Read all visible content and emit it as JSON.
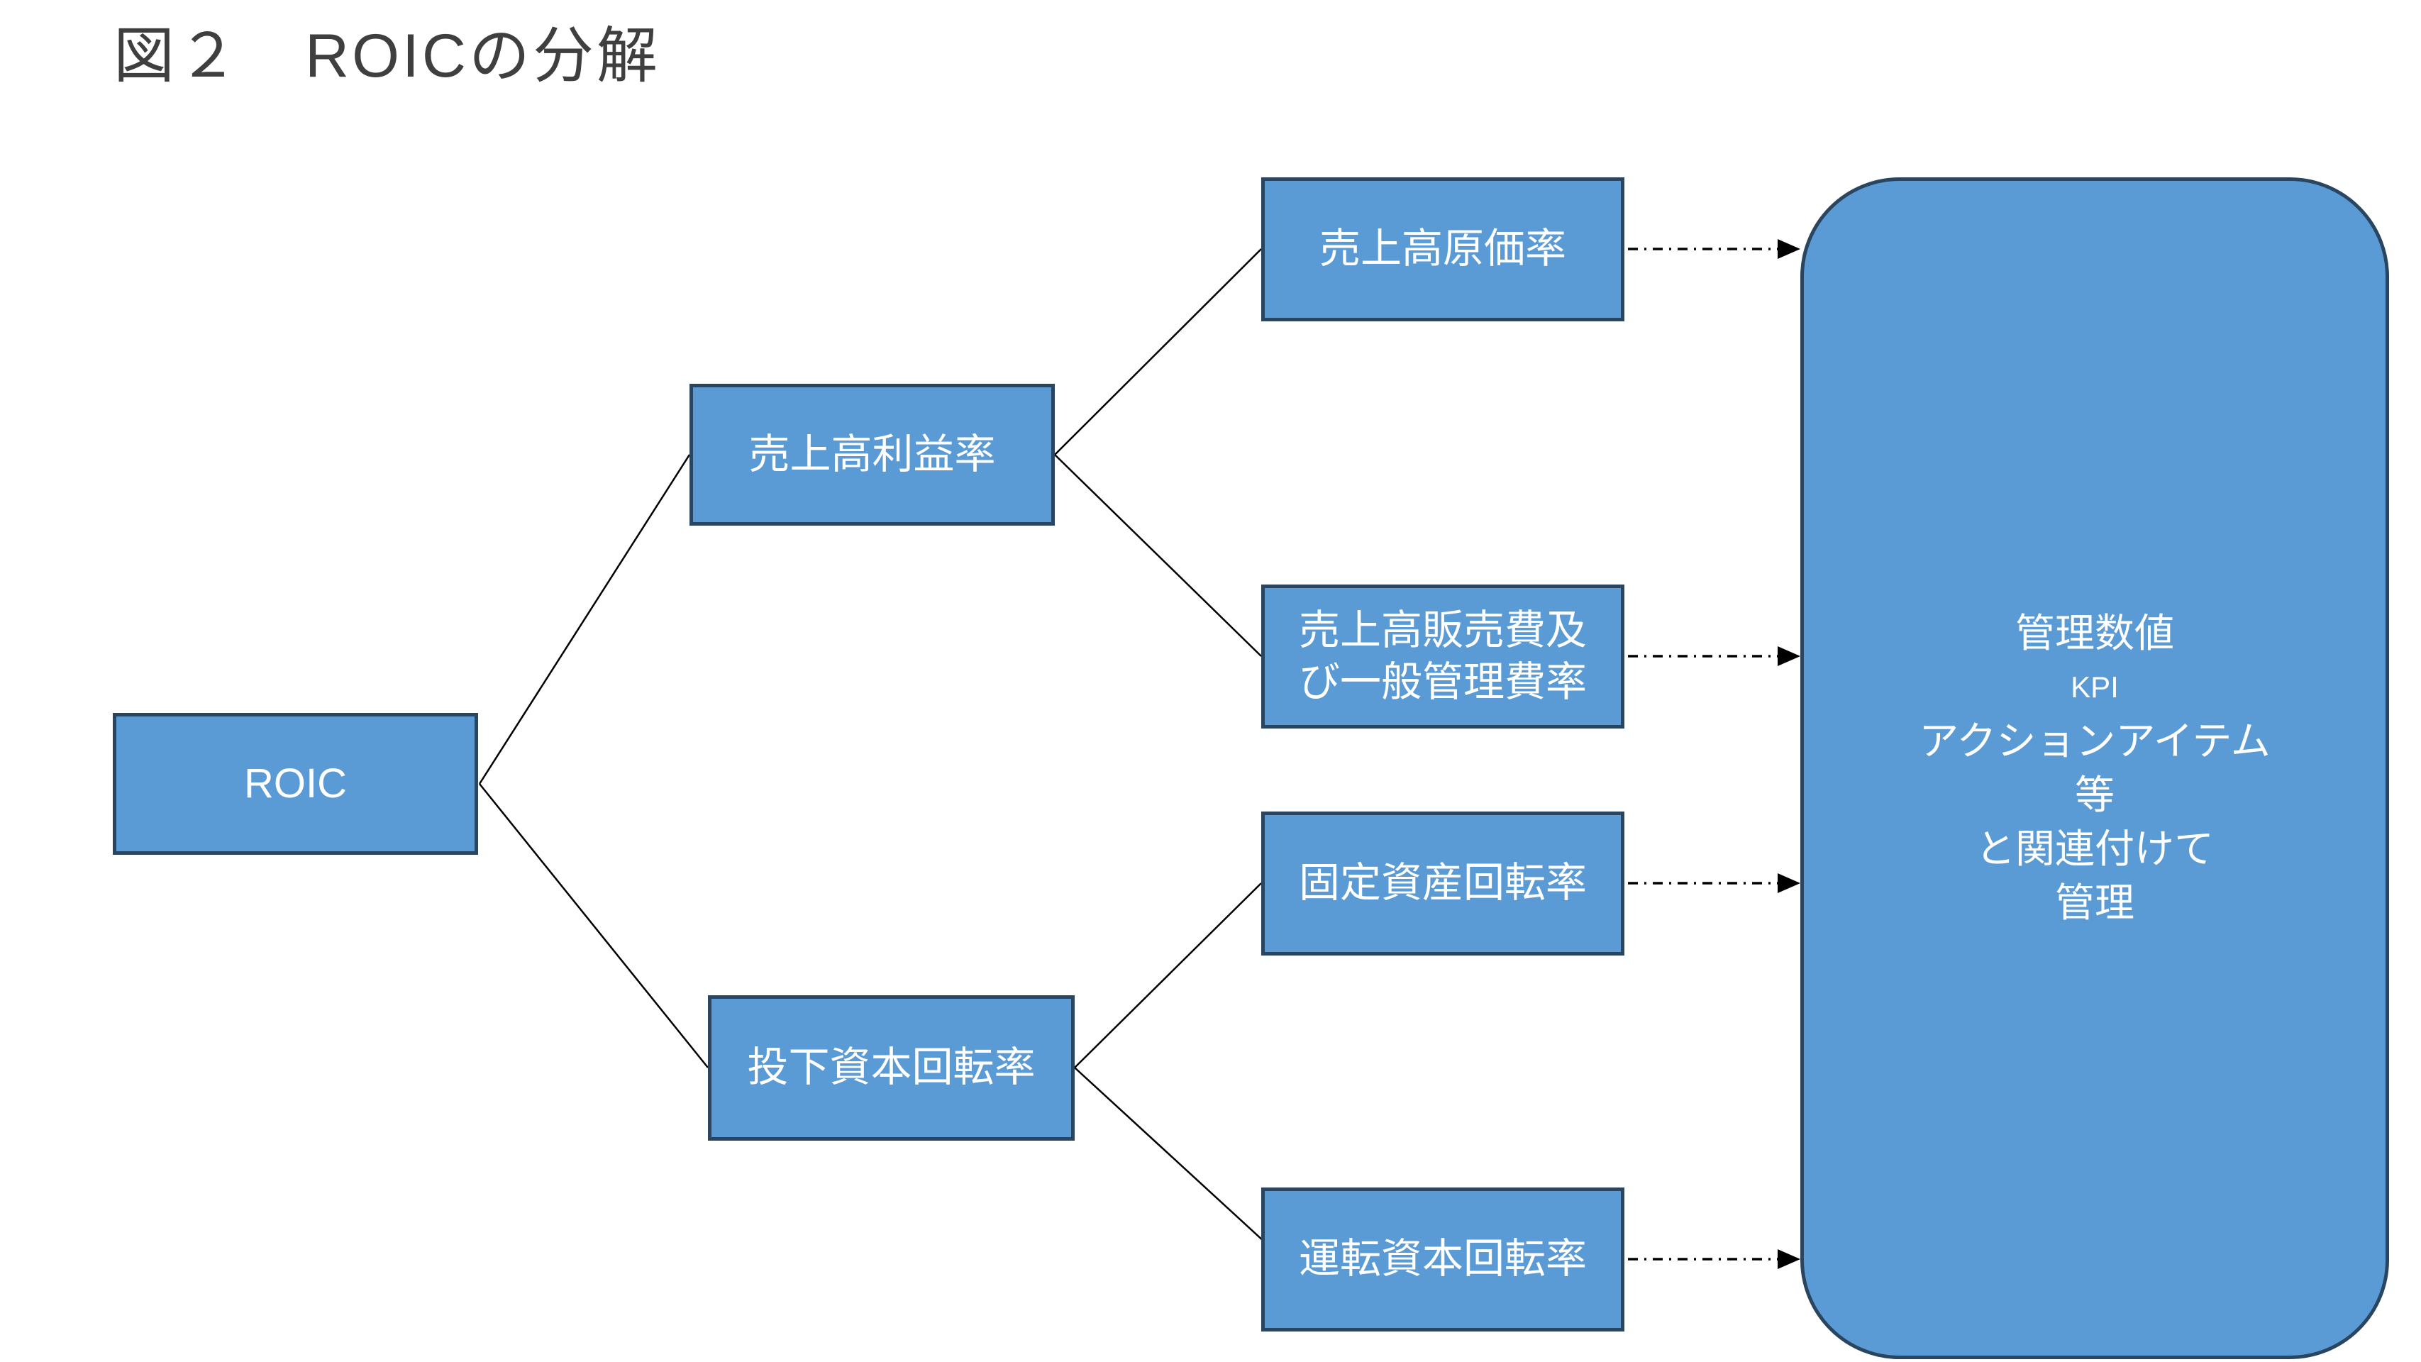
{
  "title": "図２　ROICの分解",
  "colors": {
    "box_fill": "#5B9BD5",
    "box_border": "#2A4560",
    "box_text": "#FFFFFF",
    "connector": "#000000",
    "title_text": "#3F3F3F",
    "background": "#FFFFFF"
  },
  "boxes": {
    "roic": {
      "label": "ROIC"
    },
    "profit_margin": {
      "label": "売上高利益率"
    },
    "invested_capital_turnover": {
      "label": "投下資本回転率"
    },
    "cogs_ratio": {
      "label": "売上高原価率"
    },
    "sga_ratio": {
      "lines": [
        "売上高販売費及",
        "び一般管理費率"
      ]
    },
    "fixed_asset_turnover": {
      "label": "固定資産回転率"
    },
    "working_capital_turnover": {
      "label": "運転資本回転率"
    }
  },
  "management_box": {
    "lines": [
      "管理数値",
      "KPI",
      "アクションアイテム",
      "等",
      "と関連付けて",
      "管理"
    ]
  }
}
